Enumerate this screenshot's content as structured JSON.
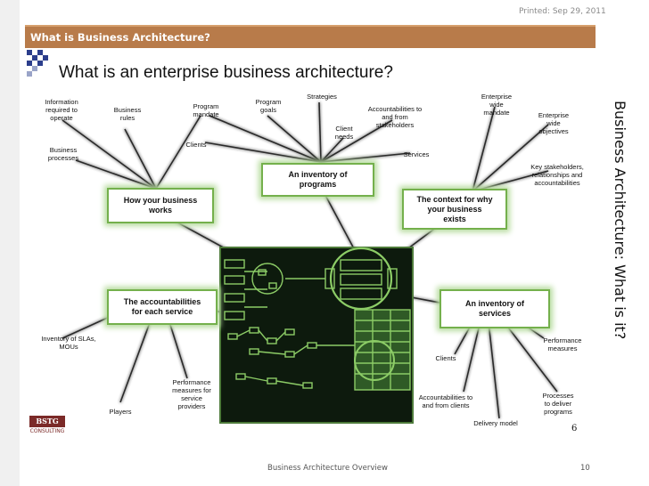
{
  "header": {
    "printed": "Printed: Sep 29, 2011",
    "title": "What is Business Architecture?",
    "side_title": "Business Architecture: What is it?"
  },
  "footer": {
    "center": "Business Architecture Overview",
    "page": "10"
  },
  "slide": {
    "heading": "What is an enterprise business architecture?",
    "slide_number": "6",
    "logo_top": "BSTG",
    "logo_bottom": "CONSULTING",
    "boxes": {
      "programs": "An inventory of\nprograms",
      "works": "How your business\nworks",
      "context": "The context for why\nyour business\nexists",
      "accountabilities": "The accountabilities\nfor each service",
      "services": "An inventory of\nservices"
    },
    "labels": {
      "info_required": "Information\nrequired to\noperate",
      "business_rules": "Business\nrules",
      "program_mandate": "Program\nmandate",
      "program_goals": "Program\ngoals",
      "strategies": "Strategies",
      "accountabilities_stakeholders": "Accountabilities to\nand from\nstakeholders",
      "enterprise_mandate": "Enterprise\nwide\nmandate",
      "enterprise_objectives": "Enterprise\nwide\nobjectives",
      "business_processes": "Business\nprocesses",
      "clients_top": "Clients",
      "client_needs": "Client\nneeds",
      "services_top": "Services",
      "key_stakeholders": "Key stakeholders,\nrelationships and\naccountabilities",
      "inventory_slas": "Inventory of SLAs,\nMOUs",
      "players": "Players",
      "performance_providers": "Performance\nmeasures for\nservice\nproviders",
      "performance_measures": "Performance\nmeasures",
      "clients_bottom": "Clients",
      "accountabilities_clients": "Accountabilities to\nand from clients",
      "processes_deliver": "Processes\nto deliver\nprograms",
      "delivery_model": "Delivery model"
    }
  }
}
